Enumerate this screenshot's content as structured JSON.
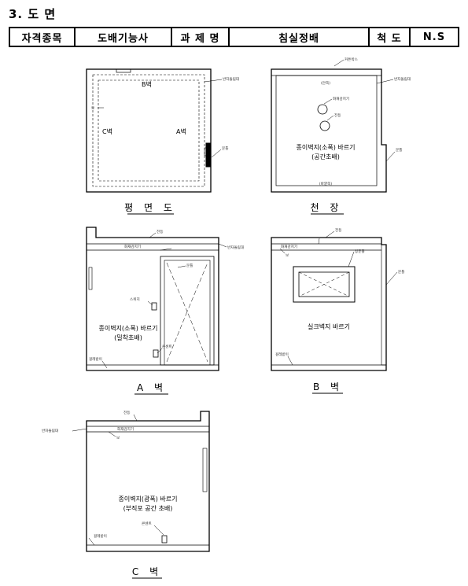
{
  "heading": "3. 도 면",
  "info": {
    "qual_label": "자격종목",
    "qual_value": "도배기능사",
    "task_label": "과 제 명",
    "task_value": "침실정배",
    "scale_label": "척 도",
    "scale_value": "N.S"
  },
  "floor": {
    "caption": "평 면 도",
    "wall_b": "B벽",
    "wall_c": "C벽",
    "wall_a": "A벽",
    "baseboard": "반자돌림대",
    "beam": "보",
    "door_frame": "문틀"
  },
  "ceiling": {
    "caption": "천 장",
    "curtain_box": "커튼박스",
    "baseboard": "반자돌림대",
    "inner": "(안쪽)",
    "fire_detector": "화재감지기",
    "light": "전등",
    "main_line1": "종이벽지(소폭) 바르기",
    "main_line2": "(공간초배)",
    "outer": "(바깥쪽)",
    "door_frame": "문틀"
  },
  "wall_a": {
    "caption": "A 벽",
    "light": "전등",
    "fire_detector": "화재감지기",
    "baseboard": "반자돌림대",
    "door_frame": "문틀",
    "switch": "스위치",
    "main_line1": "종이벽지(소폭) 바르기",
    "main_line2": "(밀착초배)",
    "outlet": "콘센트",
    "skirting": "걸레받이"
  },
  "wall_b": {
    "caption": "B 벽",
    "light": "전등",
    "fire_detector": "화재감지기",
    "beam": "보",
    "window_frame": "창문틀",
    "door_frame": "문틀",
    "main_line1": "실크벽지 바르기",
    "skirting": "걸레받이"
  },
  "wall_c": {
    "caption": "C 벽",
    "light": "전등",
    "baseboard": "반자돌림대",
    "fire_detector": "화재감지기",
    "beam": "보",
    "main_line1": "종이벽지(광폭) 바르기",
    "main_line2": "(부직포 공간 초배)",
    "outlet": "콘센트",
    "skirting": "걸레받이"
  }
}
